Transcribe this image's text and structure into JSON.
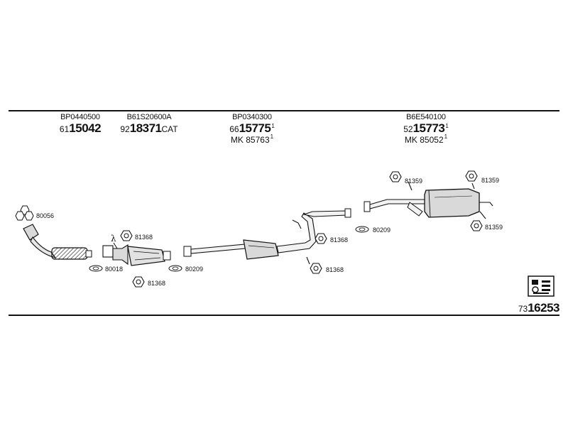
{
  "parts": [
    {
      "oe": "BP0440500",
      "prefix": "61",
      "main": "15042",
      "suffix": "",
      "sup": ""
    },
    {
      "oe": "B61S20600A",
      "prefix": "92",
      "main": "18371",
      "suffix": "CAT",
      "sup": ""
    },
    {
      "oe": "BP0340300",
      "prefix": "66",
      "main": "15775",
      "suffix": "",
      "sup": "1",
      "extra": "MK  85763",
      "extra_sup": "1"
    },
    {
      "oe": "B6E540100",
      "prefix": "52",
      "main": "15773",
      "suffix": "",
      "sup": "1",
      "extra": "MK  85052",
      "extra_sup": "1"
    }
  ],
  "labels": {
    "a80056": "80056",
    "a80018": "80018",
    "a81368_top": "81368",
    "a81368_bot": "81368",
    "a80209_cat": "80209",
    "a81368_mid1": "81368",
    "a81368_mid2": "81368",
    "a80209_rear": "80209",
    "a81359_1": "81359",
    "a81359_2": "81359",
    "a81359_3": "81359",
    "lambda": "λ"
  },
  "set": {
    "prefix": "73",
    "main": "16253"
  },
  "icons": [
    "ring-clamp-icon",
    "gasket-icon",
    "rubber-hanger-icon",
    "lambda-sensor-icon",
    "reference-book-icon"
  ],
  "colors": {
    "line": "#111111",
    "fill": "#d9d9d9",
    "background": "#ffffff"
  }
}
